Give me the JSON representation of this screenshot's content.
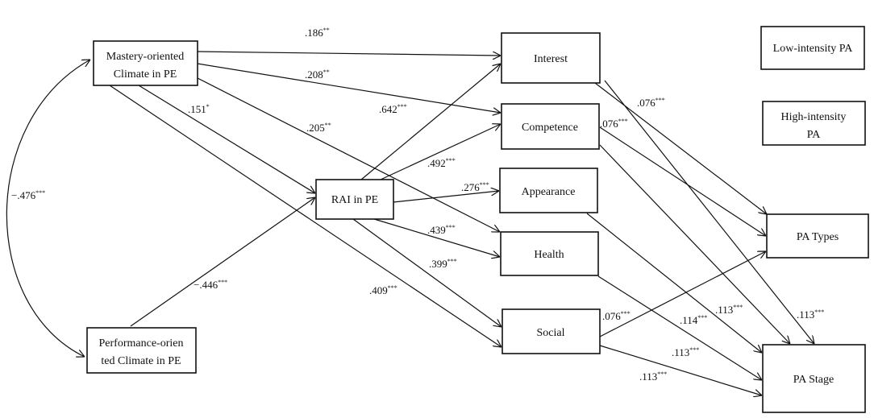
{
  "nodes": {
    "mastery": [
      "Mastery-oriented",
      "Climate in PE"
    ],
    "performance": [
      "Performance-orien",
      "ted Climate in PE"
    ],
    "rai": "RAI in PE",
    "interest": "Interest",
    "competence": "Competence",
    "appearance": "Appearance",
    "health": "Health",
    "social": "Social",
    "pa_types": "PA Types",
    "pa_stage": "PA Stage",
    "low_intensity": "Low-intensity PA",
    "high_intensity": [
      "High-intensity",
      "PA"
    ]
  },
  "edges": {
    "corr_mastery_performance": {
      "v": "−.476",
      "s": "***"
    },
    "mastery_interest": {
      "v": ".186",
      "s": "**"
    },
    "mastery_competence": {
      "v": ".208",
      "s": "**"
    },
    "mastery_rai": {
      "v": ".151",
      "s": "*"
    },
    "mastery_health": {
      "v": ".205",
      "s": "**"
    },
    "mastery_social": {
      "v": ".409",
      "s": "***"
    },
    "performance_rai": {
      "v": "−.446",
      "s": "***"
    },
    "rai_interest": {
      "v": ".642",
      "s": "***"
    },
    "rai_competence": {
      "v": ".492",
      "s": "***"
    },
    "rai_appearance": {
      "v": ".276",
      "s": "***"
    },
    "rai_health": {
      "v": ".439",
      "s": "***"
    },
    "rai_social": {
      "v": ".399",
      "s": "***"
    },
    "interest_types": {
      "v": ".076",
      "s": "***"
    },
    "competence_types": {
      "v": ".076",
      "s": "***"
    },
    "social_types": {
      "v": ".076",
      "s": "***"
    },
    "interest_stage": {
      "v": ".113",
      "s": "***"
    },
    "competence_stage": {
      "v": ".113",
      "s": "***"
    },
    "appearance_stage": {
      "v": ".114",
      "s": "***"
    },
    "health_stage": {
      "v": ".113",
      "s": "***"
    },
    "social_stage": {
      "v": ".113",
      "s": "***"
    }
  }
}
